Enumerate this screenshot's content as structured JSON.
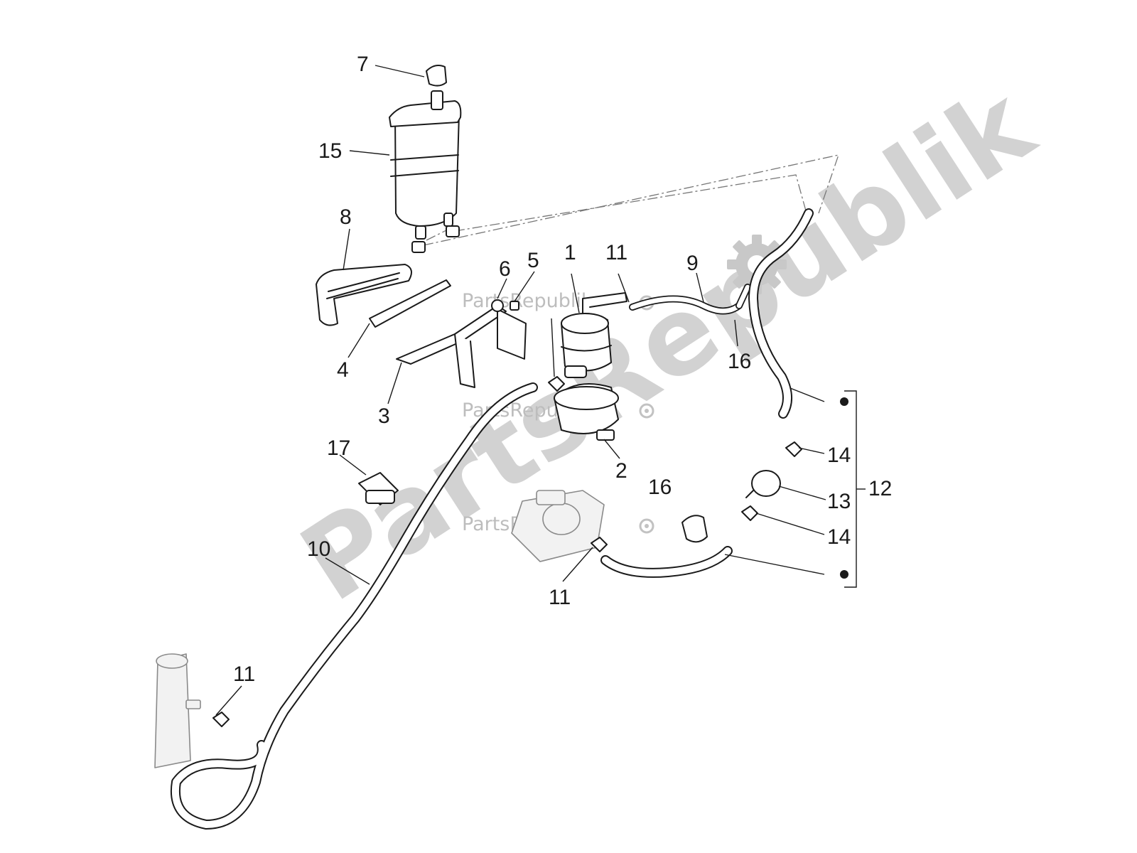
{
  "watermark": {
    "text": "PartsRepublik"
  },
  "callouts": [
    {
      "id": "c7",
      "label": "7"
    },
    {
      "id": "c15",
      "label": "15"
    },
    {
      "id": "c8",
      "label": "8"
    },
    {
      "id": "c6",
      "label": "6"
    },
    {
      "id": "c5",
      "label": "5"
    },
    {
      "id": "c1",
      "label": "1"
    },
    {
      "id": "c11a",
      "label": "11"
    },
    {
      "id": "c9",
      "label": "9"
    },
    {
      "id": "c16a",
      "label": "16"
    },
    {
      "id": "c4",
      "label": "4"
    },
    {
      "id": "c3",
      "label": "3"
    },
    {
      "id": "c2",
      "label": "2"
    },
    {
      "id": "c17",
      "label": "17"
    },
    {
      "id": "c16b",
      "label": "16"
    },
    {
      "id": "c14a",
      "label": "14"
    },
    {
      "id": "c13",
      "label": "13"
    },
    {
      "id": "c12",
      "label": "12"
    },
    {
      "id": "c14b",
      "label": "14"
    },
    {
      "id": "c10",
      "label": "10"
    },
    {
      "id": "c11b",
      "label": "11"
    },
    {
      "id": "c11c",
      "label": "11"
    }
  ],
  "colors": {
    "line": "#1a1a1a",
    "watermark": "#c8c8c8"
  }
}
